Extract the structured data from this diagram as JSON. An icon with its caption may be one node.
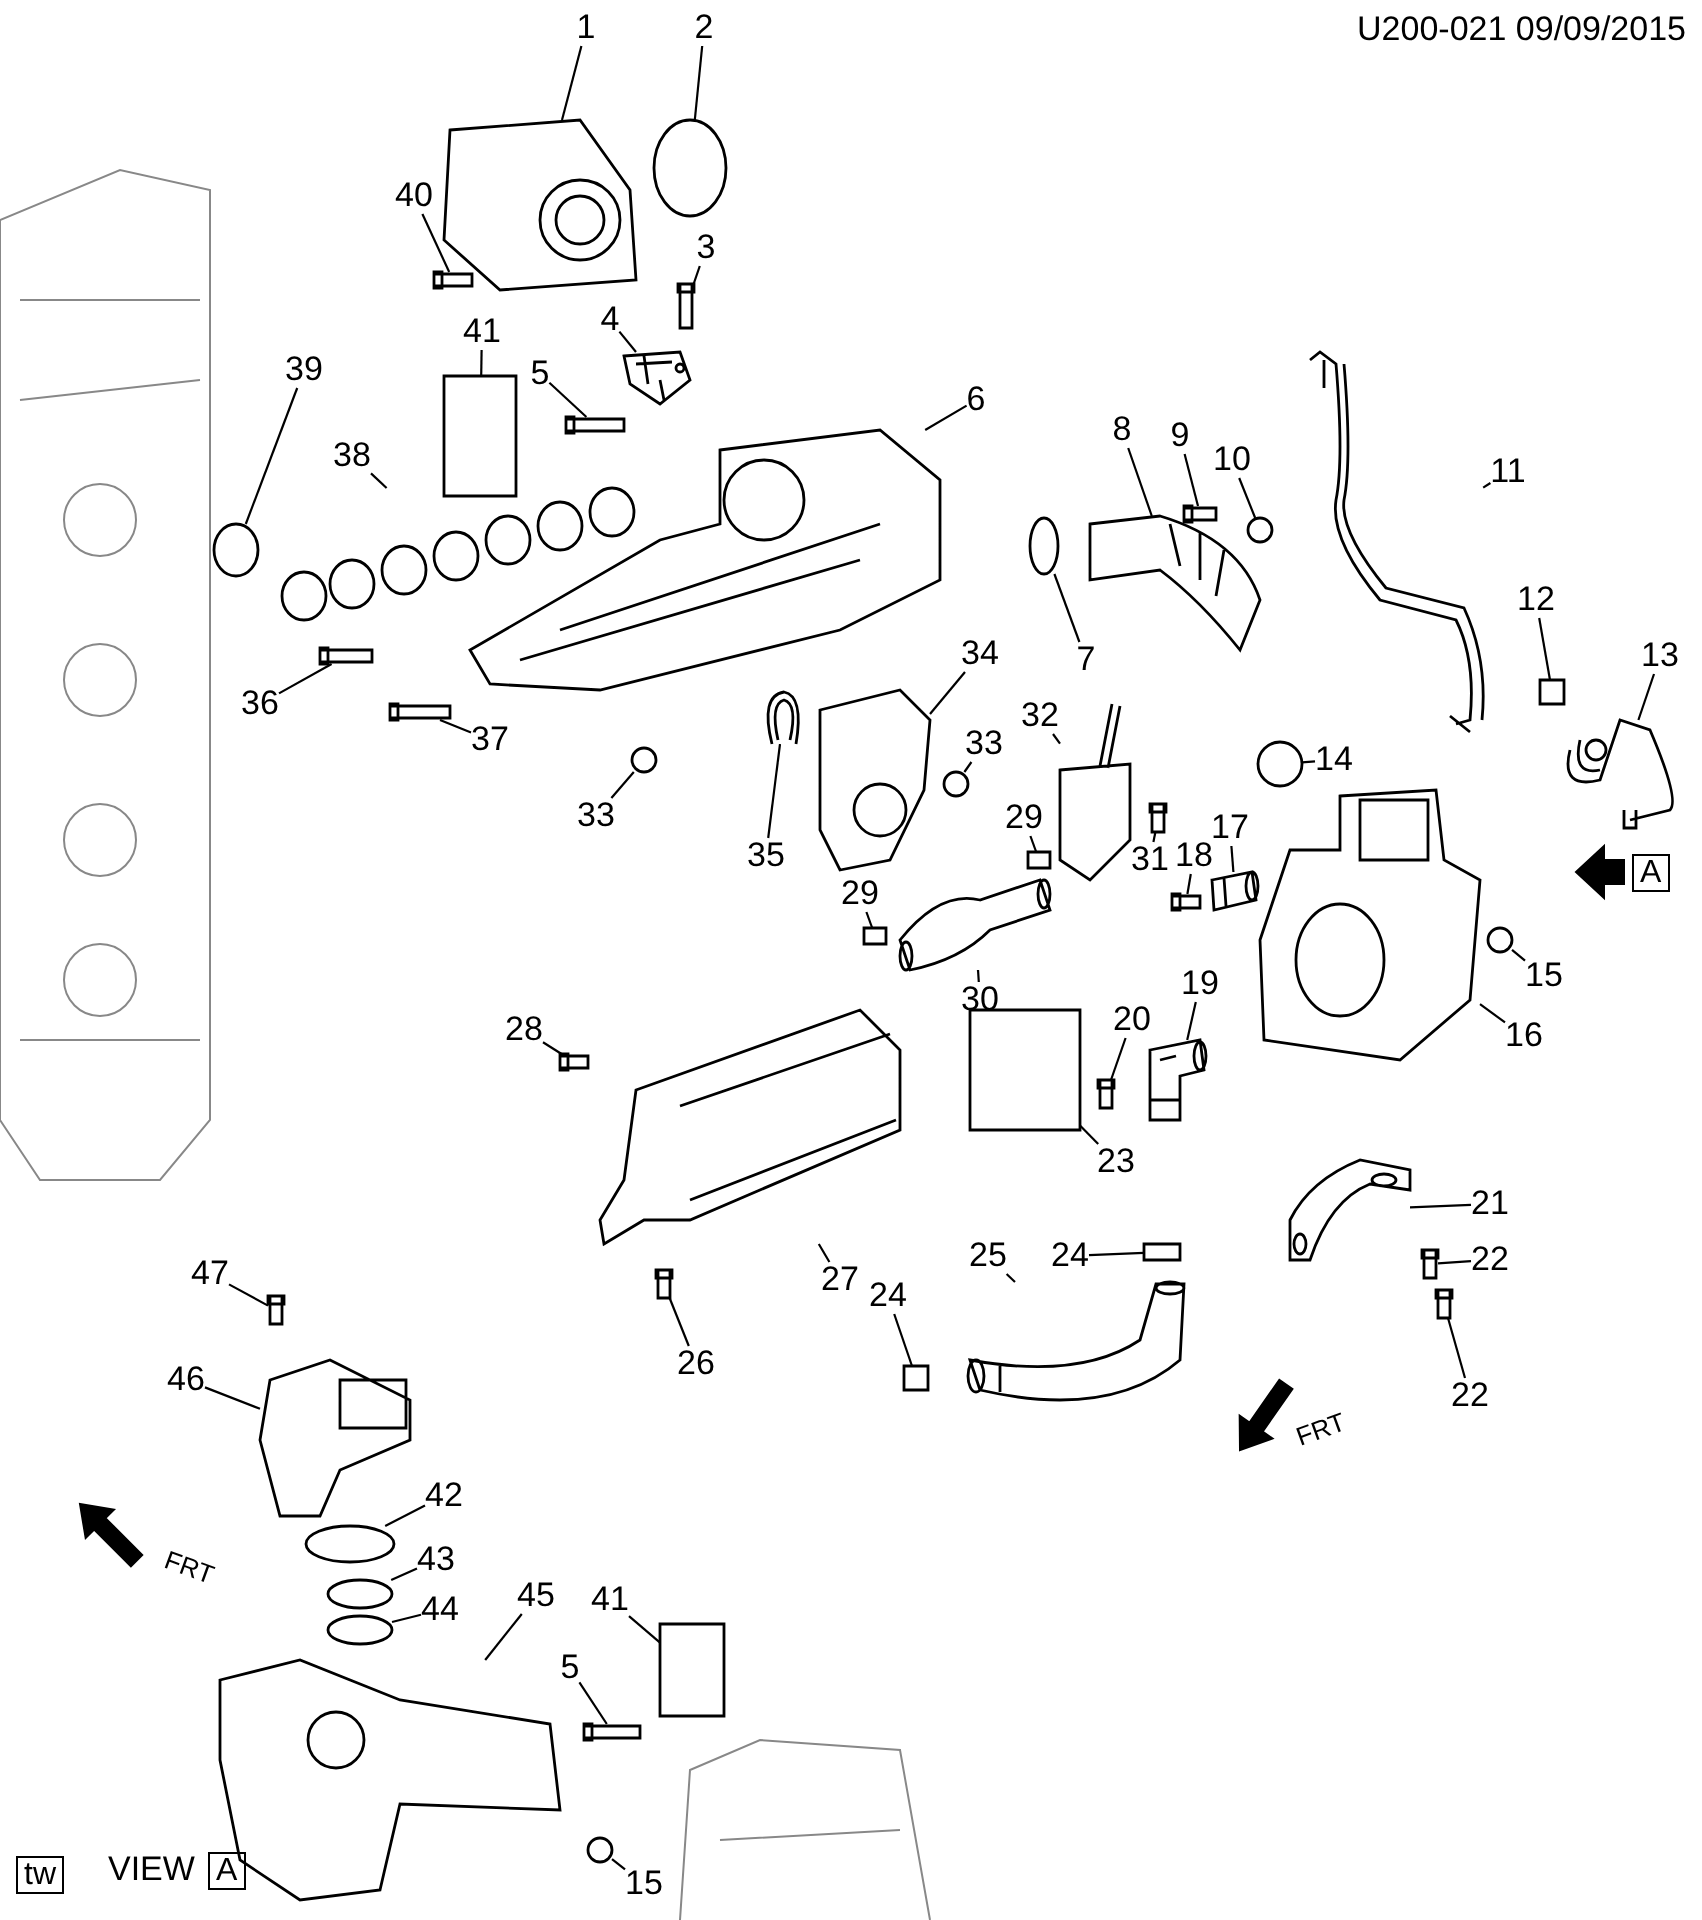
{
  "diagram": {
    "nodes": [
      {
        "text": [
          "1"
        ]
      },
      {
        "text": [
          "2"
        ]
      },
      {
        "text": [
          "40"
        ]
      },
      {
        "text": [
          "3"
        ]
      },
      {
        "text": [
          "4"
        ]
      },
      {
        "text": [
          "41"
        ]
      },
      {
        "text": [
          "5"
        ]
      },
      {
        "text": [
          "39"
        ]
      },
      {
        "text": [
          "6"
        ]
      },
      {
        "text": [
          "8"
        ]
      },
      {
        "text": [
          "9"
        ]
      },
      {
        "text": [
          "10"
        ]
      },
      {
        "text": [
          "38"
        ]
      },
      {
        "text": [
          "11"
        ]
      },
      {
        "text": [
          "37"
        ]
      },
      {
        "text": [
          "12"
        ]
      },
      {
        "text": [
          "13"
        ]
      },
      {
        "text": [
          "34"
        ]
      },
      {
        "text": [
          "7"
        ]
      },
      {
        "text": [
          "36"
        ]
      },
      {
        "text": [
          "32"
        ]
      },
      {
        "text": [
          "33"
        ]
      },
      {
        "text": [
          "14"
        ]
      },
      {
        "text": [
          "33"
        ]
      },
      {
        "text": [
          "35"
        ]
      },
      {
        "text": [
          "29"
        ]
      },
      {
        "text": [
          "17"
        ]
      },
      {
        "text": [
          "31"
        ]
      },
      {
        "text": [
          "18"
        ]
      },
      {
        "text": [
          "29"
        ]
      },
      {
        "text": [
          "15"
        ]
      },
      {
        "text": [
          "30"
        ]
      },
      {
        "text": [
          "19"
        ]
      },
      {
        "text": [
          "20"
        ]
      },
      {
        "text": [
          "16"
        ]
      },
      {
        "text": [
          "28"
        ]
      },
      {
        "text": [
          "23"
        ]
      },
      {
        "text": [
          "21"
        ]
      },
      {
        "text": [
          "27"
        ]
      },
      {
        "text": [
          "22"
        ]
      },
      {
        "text": [
          "25"
        ]
      },
      {
        "text": [
          "24"
        ]
      },
      {
        "text": [
          "47"
        ]
      },
      {
        "text": [
          "24"
        ]
      },
      {
        "text": [
          "26"
        ]
      },
      {
        "text": [
          "46"
        ]
      },
      {
        "text": [
          "22"
        ]
      },
      {
        "text": [
          "42"
        ]
      },
      {
        "text": [
          "43"
        ]
      },
      {
        "text": [
          "44"
        ]
      },
      {
        "text": [
          "41"
        ]
      },
      {
        "text": [
          "45"
        ]
      },
      {
        "text": [
          "5"
        ]
      },
      {
        "text": [
          "15"
        ]
      },
      {
        "text": [],
        "shape": "picture"
      },
      {
        "text": [],
        "shape": "circle"
      },
      {
        "text": [],
        "shape": "bar"
      },
      {
        "text": [],
        "shape": "bar"
      },
      {
        "text": [],
        "shape": "picture"
      },
      {
        "text": [],
        "shape": "box"
      },
      {
        "text": [],
        "shape": "bar"
      },
      {
        "text": [],
        "shape": "circle"
      },
      {
        "text": [],
        "shape": "picture"
      },
      {
        "text": [],
        "shape": "picture"
      },
      {
        "text": [],
        "shape": "bar"
      },
      {
        "text": [],
        "shape": "circle"
      },
      {
        "text": [],
        "shape": "picture"
      },
      {
        "text": [],
        "shape": "picture"
      },
      {
        "text": [],
        "shape": "bar"
      },
      {
        "text": [],
        "shape": "box"
      },
      {
        "text": [],
        "shape": "picture"
      },
      {
        "text": [],
        "shape": "picture"
      },
      {
        "text": [],
        "shape": "circle"
      },
      {
        "text": [],
        "shape": "bar"
      },
      {
        "text": [],
        "shape": "picture"
      },
      {
        "text": [],
        "shape": "circle"
      },
      {
        "text": [],
        "shape": "circle"
      },
      {
        "text": [],
        "shape": "circle"
      },
      {
        "text": [],
        "shape": "picture"
      },
      {
        "text": [],
        "shape": "box"
      },
      {
        "text": [],
        "shape": "picture"
      },
      {
        "text": [],
        "shape": "bar"
      },
      {
        "text": [],
        "shape": "bar"
      },
      {
        "text": [],
        "shape": "box"
      },
      {
        "text": [],
        "shape": "circle"
      },
      {
        "text": [],
        "shape": "picture"
      },
      {
        "text": [],
        "shape": "picture"
      },
      {
        "text": [],
        "shape": "bar"
      },
      {
        "text": [],
        "shape": "picture"
      },
      {
        "text": [],
        "shape": "bar"
      },
      {
        "text": [],
        "shape": "box"
      },
      {
        "text": [],
        "shape": "picture"
      },
      {
        "text": [],
        "shape": "picture"
      },
      {
        "text": [],
        "shape": "bar"
      },
      {
        "text": [],
        "shape": "picture"
      },
      {
        "text": [],
        "shape": "box"
      },
      {
        "text": [],
        "shape": "bar"
      },
      {
        "text": [],
        "shape": "box"
      },
      {
        "text": [],
        "shape": "bar"
      },
      {
        "text": [],
        "shape": "picture"
      },
      {
        "text": [],
        "shape": "bar"
      },
      {
        "text": [],
        "shape": "circle"
      },
      {
        "text": [],
        "shape": "circle"
      },
      {
        "text": [],
        "shape": "circle"
      },
      {
        "text": [],
        "shape": "box"
      },
      {
        "text": [],
        "shape": "picture"
      },
      {
        "text": [],
        "shape": "bar"
      },
      {
        "text": [],
        "shape": "circle"
      }
    ],
    "edges": [
      {
        "from": 0,
        "to": 54,
        "arrow": "none"
      },
      {
        "from": 1,
        "to": 55,
        "arrow": "none"
      },
      {
        "from": 2,
        "to": 56,
        "arrow": "none"
      },
      {
        "from": 3,
        "to": 57,
        "arrow": "none"
      },
      {
        "from": 4,
        "to": 58,
        "arrow": "none"
      },
      {
        "from": 5,
        "to": 59,
        "arrow": "none"
      },
      {
        "from": 6,
        "to": 60,
        "arrow": "none"
      },
      {
        "from": 7,
        "to": 61,
        "arrow": "none"
      },
      {
        "from": 8,
        "to": 62,
        "arrow": "none"
      },
      {
        "from": 9,
        "to": 63,
        "arrow": "none"
      },
      {
        "from": 10,
        "to": 64,
        "arrow": "none"
      },
      {
        "from": 11,
        "to": 65,
        "arrow": "none"
      },
      {
        "from": 12,
        "to": 66,
        "arrow": "none"
      },
      {
        "from": 13,
        "to": 67,
        "arrow": "none"
      },
      {
        "from": 14,
        "to": 68,
        "arrow": "none"
      },
      {
        "from": 15,
        "to": 69,
        "arrow": "none"
      },
      {
        "from": 16,
        "to": 70,
        "arrow": "none"
      },
      {
        "from": 17,
        "to": 71,
        "arrow": "none"
      },
      {
        "from": 18,
        "to": 72,
        "arrow": "none"
      },
      {
        "from": 19,
        "to": 73,
        "arrow": "none"
      },
      {
        "from": 20,
        "to": 74,
        "arrow": "none"
      },
      {
        "from": 21,
        "to": 75,
        "arrow": "none"
      },
      {
        "from": 22,
        "to": 76,
        "arrow": "none"
      },
      {
        "from": 23,
        "to": 77,
        "arrow": "none"
      },
      {
        "from": 24,
        "to": 78,
        "arrow": "none"
      },
      {
        "from": 25,
        "to": 79,
        "arrow": "none"
      },
      {
        "from": 26,
        "to": 80,
        "arrow": "none"
      },
      {
        "from": 27,
        "to": 81,
        "arrow": "none"
      },
      {
        "from": 28,
        "to": 82,
        "arrow": "none"
      },
      {
        "from": 29,
        "to": 83,
        "arrow": "none"
      },
      {
        "from": 30,
        "to": 84,
        "arrow": "none"
      },
      {
        "from": 31,
        "to": 85,
        "arrow": "none"
      },
      {
        "from": 32,
        "to": 86,
        "arrow": "none"
      },
      {
        "from": 33,
        "to": 87,
        "arrow": "none"
      },
      {
        "from": 34,
        "to": 88,
        "arrow": "none"
      },
      {
        "from": 35,
        "to": 89,
        "arrow": "none"
      },
      {
        "from": 36,
        "to": 90,
        "arrow": "none"
      },
      {
        "from": 37,
        "to": 91,
        "arrow": "none"
      },
      {
        "from": 38,
        "to": 92,
        "arrow": "none"
      },
      {
        "from": 39,
        "to": 93,
        "arrow": "none"
      },
      {
        "from": 40,
        "to": 94,
        "arrow": "none"
      },
      {
        "from": 41,
        "to": 95,
        "arrow": "none"
      },
      {
        "from": 42,
        "to": 96,
        "arrow": "none"
      },
      {
        "from": 43,
        "to": 97,
        "arrow": "none"
      },
      {
        "from": 44,
        "to": 98,
        "arrow": "none"
      },
      {
        "from": 45,
        "to": 99,
        "arrow": "none"
      },
      {
        "from": 46,
        "to": 100,
        "arrow": "none"
      },
      {
        "from": 47,
        "to": 101,
        "arrow": "none"
      },
      {
        "from": 48,
        "to": 102,
        "arrow": "none"
      },
      {
        "from": 49,
        "to": 103,
        "arrow": "none"
      },
      {
        "from": 50,
        "to": 104,
        "arrow": "none"
      },
      {
        "from": 51,
        "to": 105,
        "arrow": "none"
      },
      {
        "from": 52,
        "to": 106,
        "arrow": "none"
      },
      {
        "from": 53,
        "to": 107,
        "arrow": "none"
      }
    ],
    "labels": [
      "U200-021 09/09/2015",
      "A",
      "FRT",
      "FRT",
      "tw",
      "VIEW",
      "A"
    ]
  }
}
